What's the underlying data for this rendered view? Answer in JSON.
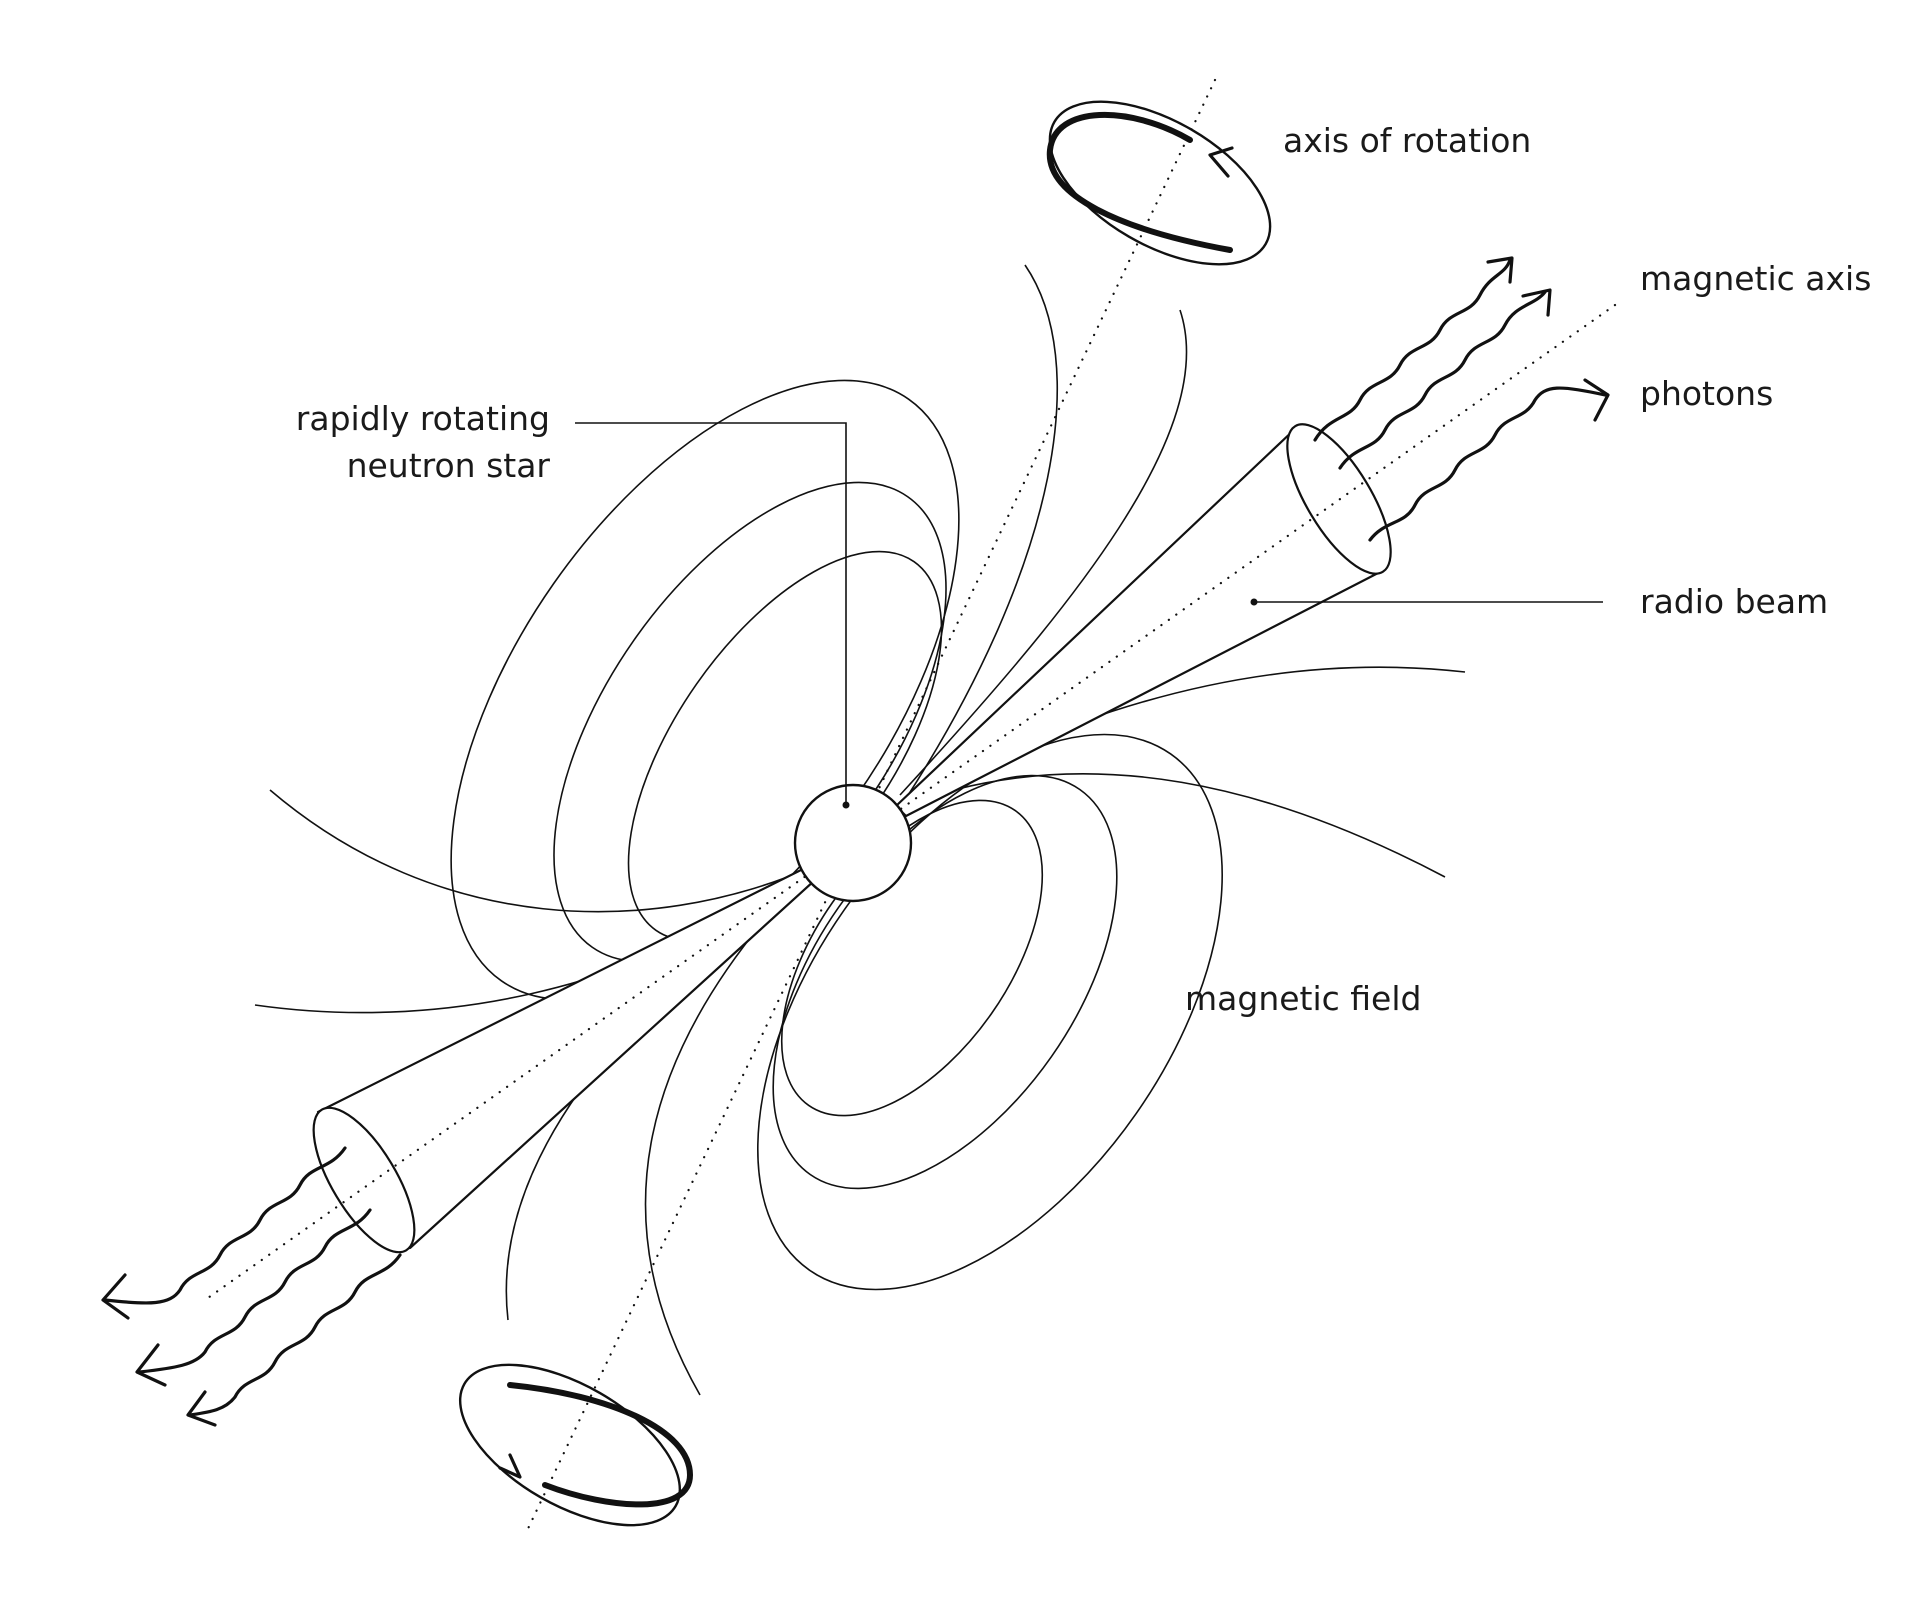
{
  "labels": {
    "axis_of_rotation": "axis of rotation",
    "magnetic_axis": "magnetic axis",
    "photons": "photons",
    "star_line1": "rapidly rotating",
    "star_line2": "neutron star",
    "radio_beam": "radio beam",
    "magnetic_field": "magnetic field"
  }
}
